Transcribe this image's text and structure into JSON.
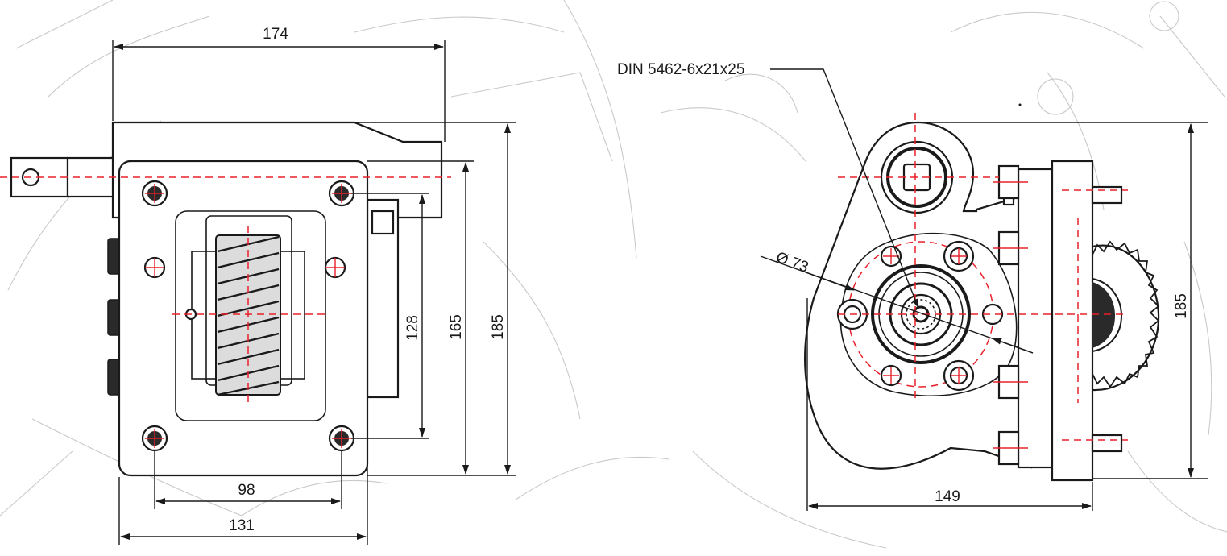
{
  "colors": {
    "outline": "#1a1a1a",
    "centerline": "#e8202a",
    "background_sketch": "#c9c9c9",
    "background": "#ffffff"
  },
  "icons": {
    "gear": "gear-icon",
    "bolt": "bolt-icon",
    "shaft": "shaft-icon"
  },
  "dimensions": {
    "overall_length": "174",
    "height_128": "128",
    "height_165": "165",
    "height_185_left": "185",
    "width_98": "98",
    "width_131": "131",
    "spline_spec": "DIN 5462-6x21x25",
    "diameter_73": "Ø 73",
    "width_149": "149",
    "height_185_right": "185"
  }
}
